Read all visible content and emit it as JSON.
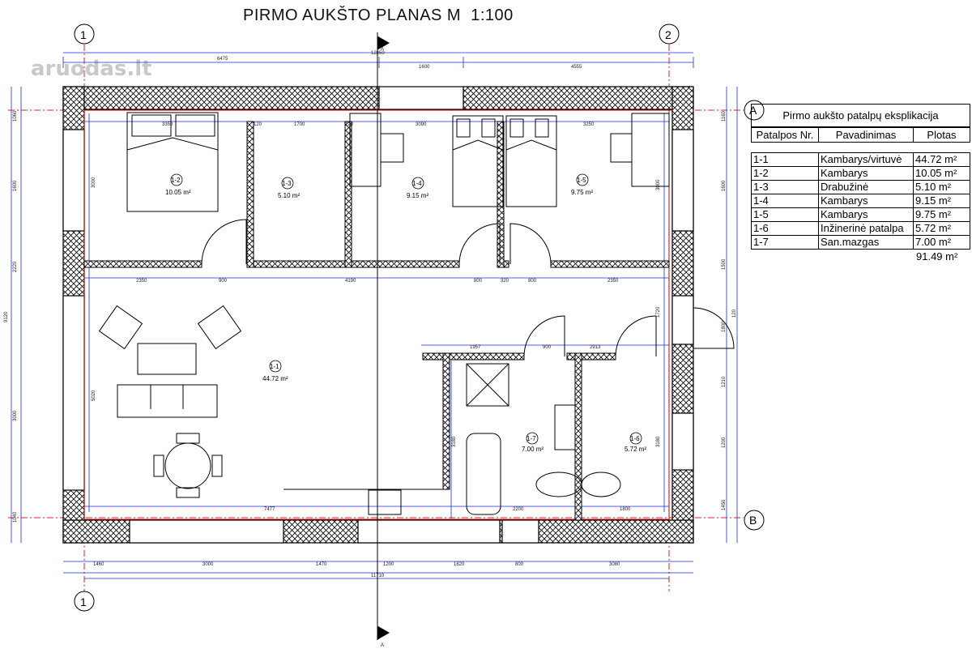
{
  "title": "PIRMO AUKŠTO PLANAS M  1:100",
  "watermark": "aruodas.lt",
  "axes": {
    "grid1": "1",
    "grid2": "2",
    "gridA": "A",
    "gridB": "B",
    "section": "A"
  },
  "rooms": [
    {
      "id": "1-1",
      "area": "44.72 m²"
    },
    {
      "id": "1-2",
      "area": "10.05 m²"
    },
    {
      "id": "1-3",
      "area": "5.10 m²"
    },
    {
      "id": "1-4",
      "area": "9.15 m²"
    },
    {
      "id": "1-5",
      "area": "9.75 m²"
    },
    {
      "id": "1-6",
      "area": "5.72 m²"
    },
    {
      "id": "1-7",
      "area": "7.00 m²"
    }
  ],
  "dimensions": {
    "top_outer": [
      "6475",
      "1600",
      "4555"
    ],
    "top_axis": "12850",
    "inner_top": [
      "3350",
      "120",
      "1700",
      "120",
      "3090",
      "3250"
    ],
    "mid_row": [
      "2350",
      "900",
      "4190",
      "800",
      "320",
      "800",
      "2350"
    ],
    "bath_row": [
      "1957",
      "900",
      "2913"
    ],
    "bottom_inner": [
      "7477",
      "2200",
      "1800"
    ],
    "bottom_outer": [
      "1460",
      "3000",
      "1470",
      "1200",
      "1620",
      "800",
      "3080"
    ],
    "bottom_total": "11710",
    "left": [
      "1060",
      "1600",
      "2220",
      "3000",
      "1040"
    ],
    "left_total": "9120",
    "left_inner": [
      "3000",
      "5020"
    ],
    "right": [
      "1160",
      "1600",
      "1500",
      "1800",
      "1210",
      "1200",
      "1450"
    ],
    "right_inner": [
      "3000",
      "1720",
      "3180"
    ],
    "door_right": "120",
    "wc_side": "3180"
  },
  "explication": {
    "title": "Pirmo aukšto patalpų eksplikacija",
    "columns": [
      "Patalpos Nr.",
      "Pavadinimas",
      "Plotas"
    ],
    "rows": [
      {
        "nr": "1-1",
        "name": "Kambarys/virtuvė",
        "area": "44.72 m²"
      },
      {
        "nr": "1-2",
        "name": "Kambarys",
        "area": "10.05 m²"
      },
      {
        "nr": "1-3",
        "name": "Drabužinė",
        "area": "5.10 m²"
      },
      {
        "nr": "1-4",
        "name": "Kambarys",
        "area": "9.15 m²"
      },
      {
        "nr": "1-5",
        "name": "Kambarys",
        "area": "9.75 m²"
      },
      {
        "nr": "1-6",
        "name": "Inžinerinė patalpa",
        "area": "5.72 m²"
      },
      {
        "nr": "1-7",
        "name": "San.mazgas",
        "area": "7.00 m²"
      }
    ],
    "total": "91.49 m²"
  },
  "colors": {
    "wall_hatch": "#000000",
    "dim_line": "#1a2dd6",
    "axis_line": "#e02020",
    "inner_line": "#cc0000"
  }
}
